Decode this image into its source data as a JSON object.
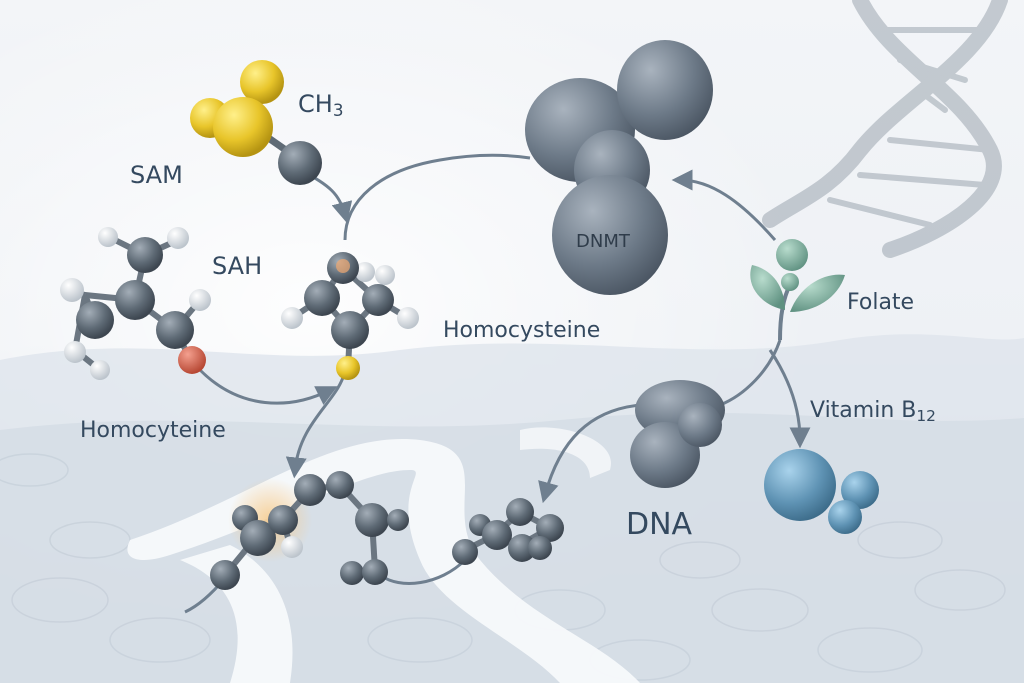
{
  "labels": {
    "sam": "SAM",
    "ch3_main": "CH",
    "ch3_sub": "3",
    "sah": "SAH",
    "homocysteine_right": "Homocysteine",
    "homocyteine_left": "Homocyteine",
    "dnmt": "DNMT",
    "folate": "Folate",
    "vitamin_main": "Vitamin B",
    "vitamin_sub": "12",
    "dna": "DNA"
  },
  "colors": {
    "background": "#e9edf2",
    "arrow": "#6f7f8f",
    "atom_carbon": "#5f6b76",
    "atom_hydrogen": "#e8ecf0",
    "atom_sulfur_yellow": "#e8c52a",
    "atom_oxygen_red": "#d2634f",
    "enzyme_gray": "#6d7a88",
    "vitamin_blue": "#5f93b4",
    "leaf_green": "#7aa999",
    "text": "#34495f"
  }
}
